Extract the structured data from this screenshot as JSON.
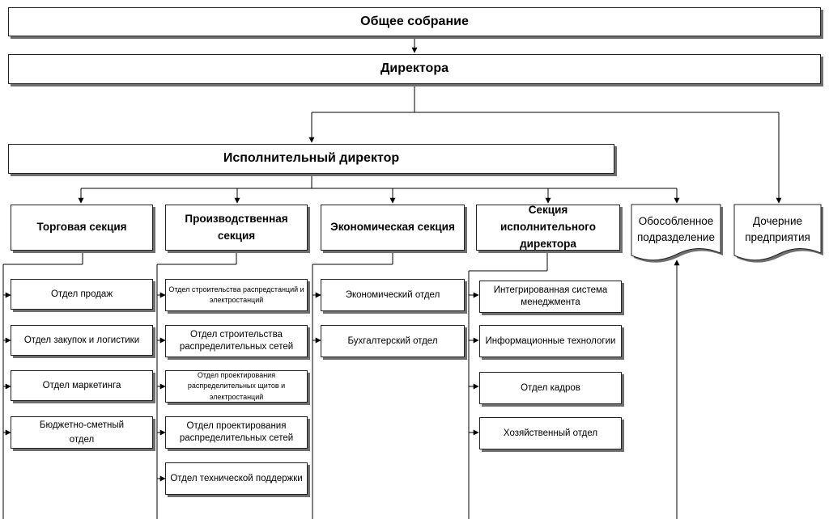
{
  "top": {
    "general_meeting": "Общее собрание",
    "directors": "Директора",
    "executive_director": "Исполнительный директор"
  },
  "sections": {
    "trade": "Торговая секция",
    "production": "Производственная секция",
    "economic": "Экономическая секция",
    "exec_director": "Секция исполнительного директора",
    "separate_division": "Обособленное подразделение",
    "subsidiaries": "Дочерние предприятия"
  },
  "trade_departments": [
    "Отдел продаж",
    "Отдел закупок и логистики",
    "Отдел маркетинга",
    "Бюджетно-сметный отдел"
  ],
  "production_departments": [
    "Отдел строительства распредстанций и электростанций",
    "Отдел строительства распределительных сетей",
    "Отдел проектирования распределительных щитов и электростанций",
    "Отдел проектирования распределительных сетей",
    "Отдел технической поддержки"
  ],
  "economic_departments": [
    "Экономический отдел",
    "Бухгалтерский отдел"
  ],
  "exec_departments": [
    "Интегрированная система менеджмента",
    "Информационные технологии",
    "Отдел кадров",
    "Хозяйственный отдел"
  ]
}
